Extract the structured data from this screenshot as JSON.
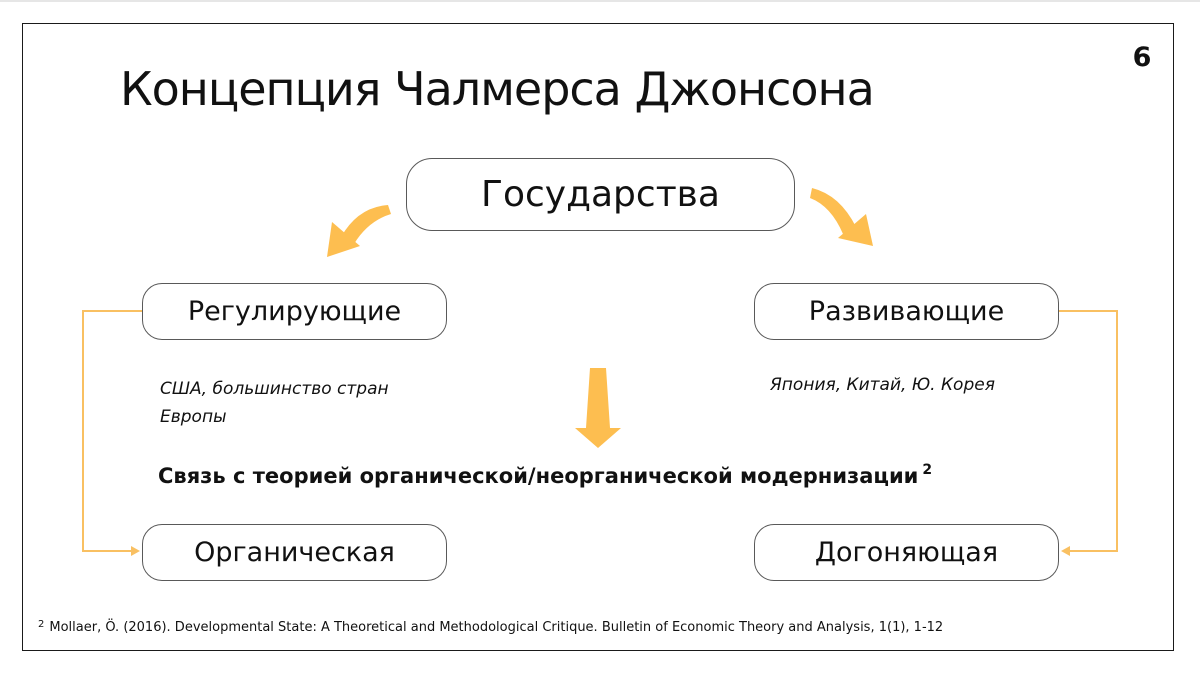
{
  "slide": {
    "page_number": "6",
    "title": "Концепция Чалмерса Джонсона",
    "top_node": "Государства",
    "regulating": {
      "label": "Регулирующие",
      "examples": "США, большинство стран Европы"
    },
    "developmental": {
      "label": "Развивающие",
      "examples": "Япония, Китай, Ю. Корея"
    },
    "connection_text": "Связь с теорией органической/неорганической модернизации",
    "connection_footnote_mark": "2",
    "organic": {
      "label": "Органическая"
    },
    "catching_up": {
      "label": "Догоняющая"
    },
    "footnote": {
      "mark": "2",
      "text": "Mollaer, Ö. (2016). Developmental State: A Theoretical and Methodological Critique. Bulletin of Economic Theory and Analysis, 1(1), 1-12"
    }
  },
  "colors": {
    "accent": "#fdbe50",
    "connector": "#f9c062",
    "box_border": "#595959",
    "text": "#111111",
    "frame": "#1a1a1a"
  }
}
